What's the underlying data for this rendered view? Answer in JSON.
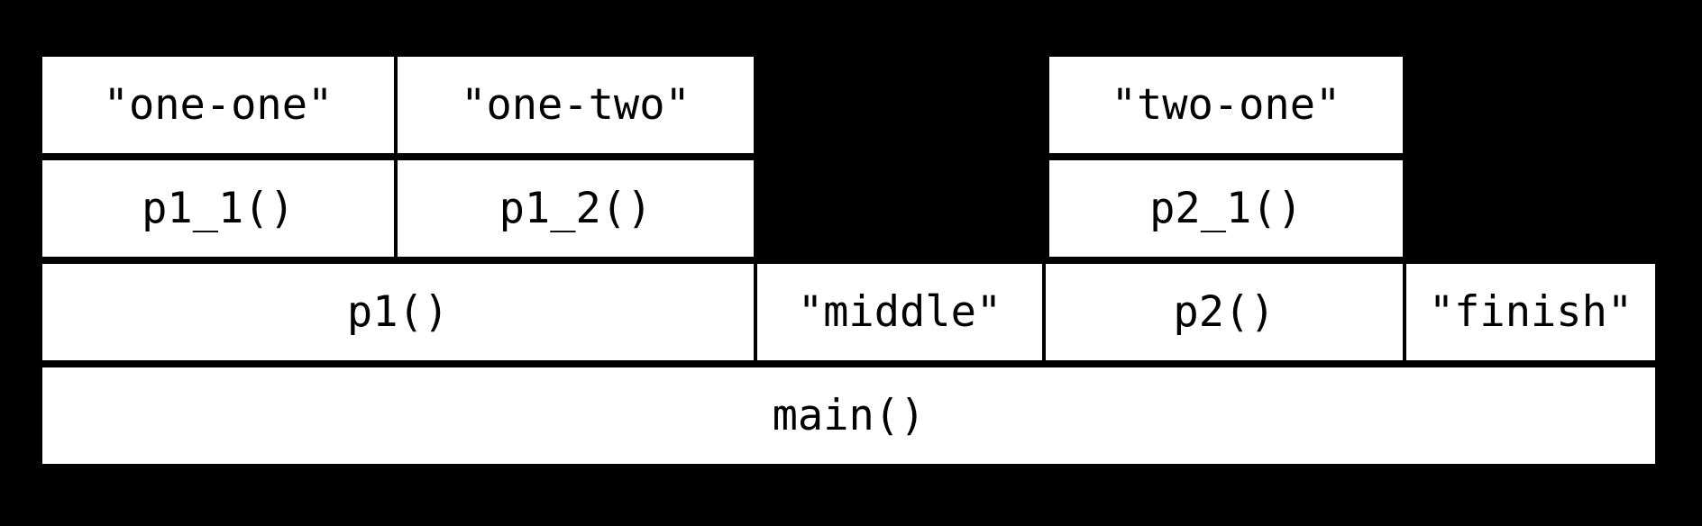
{
  "diagram": {
    "kind": "call-stack-flame-diagram",
    "colors": {
      "background": "#000000",
      "box_fill": "#ffffff",
      "box_border": "#000000",
      "text": "#000000"
    },
    "boxes": {
      "one_one": "\"one-one\"",
      "one_two": "\"one-two\"",
      "two_one": "\"two-one\"",
      "p1_1": "p1_1()",
      "p1_2": "p1_2()",
      "p2_1": "p2_1()",
      "p1": "p1()",
      "middle": "\"middle\"",
      "p2": "p2()",
      "finish": "\"finish\"",
      "main": "main()"
    }
  }
}
